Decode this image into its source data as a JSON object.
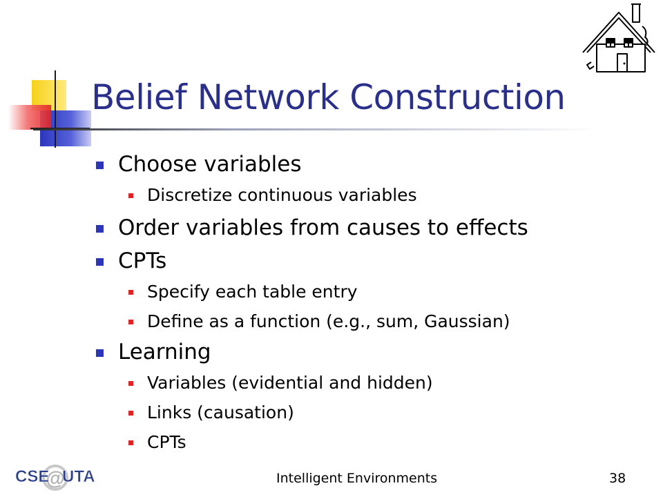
{
  "slide": {
    "title": "Belief Network Construction",
    "bullets": [
      {
        "text": "Choose variables",
        "sub": [
          "Discretize continuous variables"
        ]
      },
      {
        "text": "Order variables from causes to effects",
        "sub": []
      },
      {
        "text": "CPTs",
        "sub": [
          "Specify each table entry",
          "Define as a function (e.g., sum, Gaussian)"
        ]
      },
      {
        "text": "Learning",
        "sub": [
          "Variables (evidential and hidden)",
          "Links (causation)",
          "CPTs"
        ]
      }
    ],
    "footer": "Intelligent Environments",
    "page_number": "38",
    "logo_text": {
      "left": "CSE",
      "at": "@",
      "right": "UTA"
    }
  },
  "colors": {
    "title": "#2B2F8C",
    "bullet_level1": "#2B36B8",
    "bullet_level2": "#E52222",
    "logo_blue": "#2B3F8C",
    "logo_gray": "#8A8A8A"
  }
}
